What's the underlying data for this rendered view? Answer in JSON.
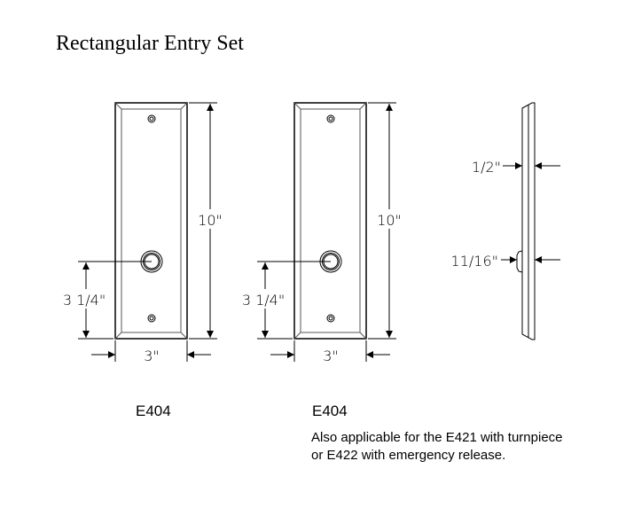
{
  "title": "Rectangular Entry Set",
  "front_views": [
    {
      "model": "E404",
      "height_label": "10\"",
      "knob_height_label": "3 1/4\"",
      "width_label": "3\""
    },
    {
      "model": "E404",
      "height_label": "10\"",
      "knob_height_label": "3 1/4\"",
      "width_label": "3\""
    }
  ],
  "side_view": {
    "plate_thickness_label": "1/2\"",
    "rosette_thickness_label": "11/16\""
  },
  "note": [
    "Also applicable for the E421 with turnpiece",
    "or E422 with emergency release."
  ]
}
